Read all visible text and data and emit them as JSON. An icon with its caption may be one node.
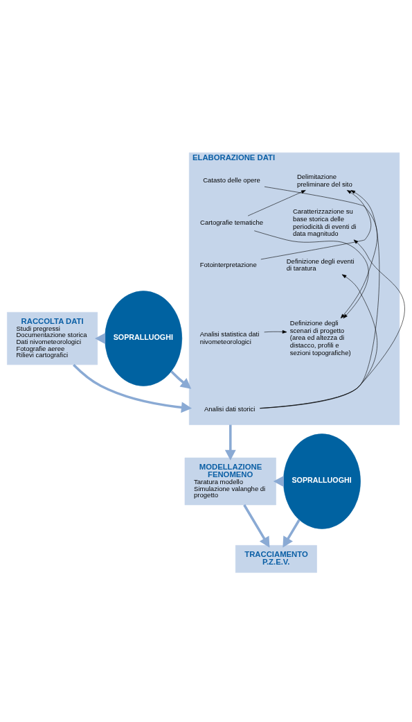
{
  "diagram": {
    "nodes": [
      {
        "text": [
          "RACCOLTA DATI",
          "Studi pregressi",
          "Documentazione storica",
          "Dati nivometeorologici",
          "Fotografie aeree",
          "Rilievi cartografici"
        ]
      },
      {
        "text": [
          "SOPRALLUOGHI"
        ]
      },
      {
        "text": [
          "ELABORAZIONE DATI"
        ]
      },
      {
        "text": [
          "Catasto delle opere"
        ],
        "in": 2
      },
      {
        "text": [
          "Cartografie tematiche"
        ],
        "in": 2
      },
      {
        "text": [
          "Fotointerpretazione"
        ],
        "in": 2
      },
      {
        "text": [
          "Analisi statistica dati nivometeorologici"
        ],
        "in": 2
      },
      {
        "text": [
          "Analisi dati storici"
        ],
        "in": 2
      },
      {
        "text": [
          "Delimitazione preliminare del sito"
        ],
        "in": 2
      },
      {
        "text": [
          "Caratterizzazione su base storica delle periodicità di eventi di data magnitudo"
        ],
        "in": 2
      },
      {
        "text": [
          "Definizione degli eventi di taratura"
        ],
        "in": 2
      },
      {
        "text": [
          "Definizione degli scenari di progetto (area ed altezza di distacco, profili e sezioni topografiche)"
        ],
        "in": 2
      },
      {
        "text": [
          "MODELLAZIONE FENOMENO",
          "Taratura modello",
          "Simulazione valanghe di progetto"
        ]
      },
      {
        "text": [
          "SOPRALLUOGHI"
        ]
      },
      {
        "text": [
          "TRACCIAMENTO P.Z.E.V."
        ]
      }
    ],
    "edges": [
      {
        "from": 1,
        "to": 0,
        "arrow": "to",
        "style": "thick",
        "color": "#8aaad4"
      },
      {
        "from": 0,
        "to": 2,
        "arrow": "to",
        "style": "thick",
        "color": "#8aaad4"
      },
      {
        "from": 1,
        "to": 2,
        "arrow": "to",
        "style": "thick",
        "color": "#8aaad4"
      },
      {
        "from": 3,
        "to": 11,
        "arrow": "to"
      },
      {
        "from": 4,
        "to": 8,
        "arrow": "to"
      },
      {
        "from": 4,
        "to": 11,
        "arrow": "to"
      },
      {
        "from": 5,
        "to": 8,
        "arrow": "to"
      },
      {
        "from": 6,
        "to": 11,
        "arrow": "to"
      },
      {
        "from": 7,
        "to": 8,
        "arrow": "to"
      },
      {
        "from": 7,
        "to": 9,
        "arrow": "to"
      },
      {
        "from": 7,
        "to": 10,
        "arrow": "to"
      },
      {
        "from": 2,
        "to": 12,
        "arrow": "to",
        "style": "thick",
        "color": "#8aaad4"
      },
      {
        "from": 13,
        "to": 12,
        "arrow": "to",
        "style": "thick",
        "color": "#8aaad4"
      },
      {
        "from": 12,
        "to": 14,
        "arrow": "to",
        "style": "thick",
        "color": "#8aaad4"
      },
      {
        "from": 13,
        "to": 14,
        "arrow": "to",
        "style": "thick",
        "color": "#8aaad4"
      }
    ]
  }
}
